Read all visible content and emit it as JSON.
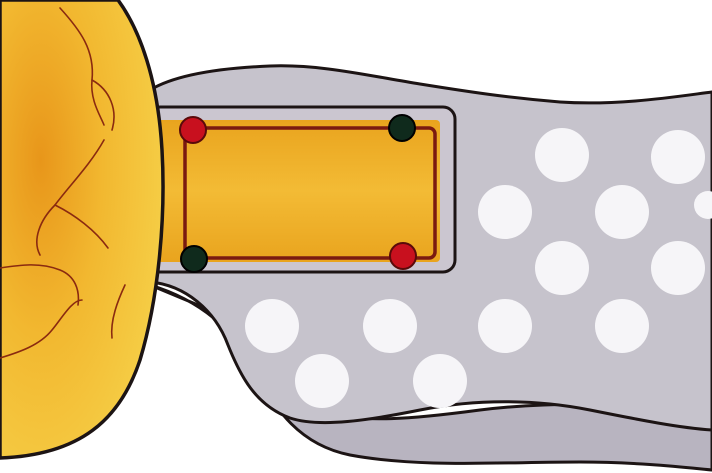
{
  "diagram": {
    "colors": {
      "background": "#ffffff",
      "tissue_fill": "#c6c3cc",
      "tissue_shadow": "#b5b1bd",
      "outline": "#1c1414",
      "dot": "#f6f5f8",
      "organ_light": "#f6d24a",
      "organ_dark": "#e8961a",
      "organ_vein": "#8a2a10",
      "implant_fill": "#f0b42a",
      "implant_frame": "#c5c0cc",
      "wire": "#7a1a10",
      "electrode_red": "#c8101e",
      "electrode_dark": "#0f2a1c"
    },
    "electrodes": [
      {
        "id": "top-left",
        "color": "red"
      },
      {
        "id": "top-right",
        "color": "dark"
      },
      {
        "id": "bottom-left",
        "color": "dark"
      },
      {
        "id": "bottom-right",
        "color": "red"
      }
    ]
  }
}
